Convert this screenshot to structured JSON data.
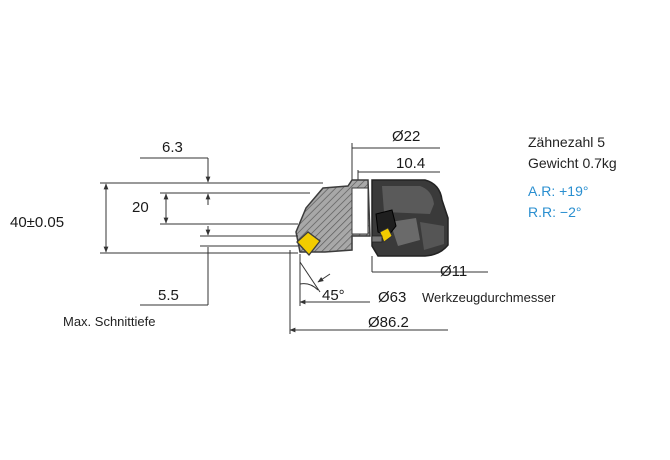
{
  "specs": {
    "teeth": "Zähnezahl 5",
    "weight": "Gewicht 0.7kg",
    "axial_rake": "A.R: +19°",
    "radial_rake": "R.R: −2°",
    "accent_color": "#2a8fd0"
  },
  "dimensions": {
    "bore_diameter": "Ø22",
    "keyway_width": "10.4",
    "face_offset": "6.3",
    "body_step": "20",
    "height": "40±0.05",
    "max_depth": "5.5",
    "max_depth_label": "Max. Schnittiefe",
    "thread_diameter": "Ø11",
    "cutting_diameter": "Ø63",
    "cutting_diameter_label": "Werkzeugdurchmesser",
    "outer_diameter": "Ø86.2",
    "approach_angle": "45°"
  },
  "colors": {
    "insert": "#f2cc00",
    "body_dark": "#3c3c3c",
    "body_hatch": "#9a9a9a",
    "line": "#333333"
  }
}
